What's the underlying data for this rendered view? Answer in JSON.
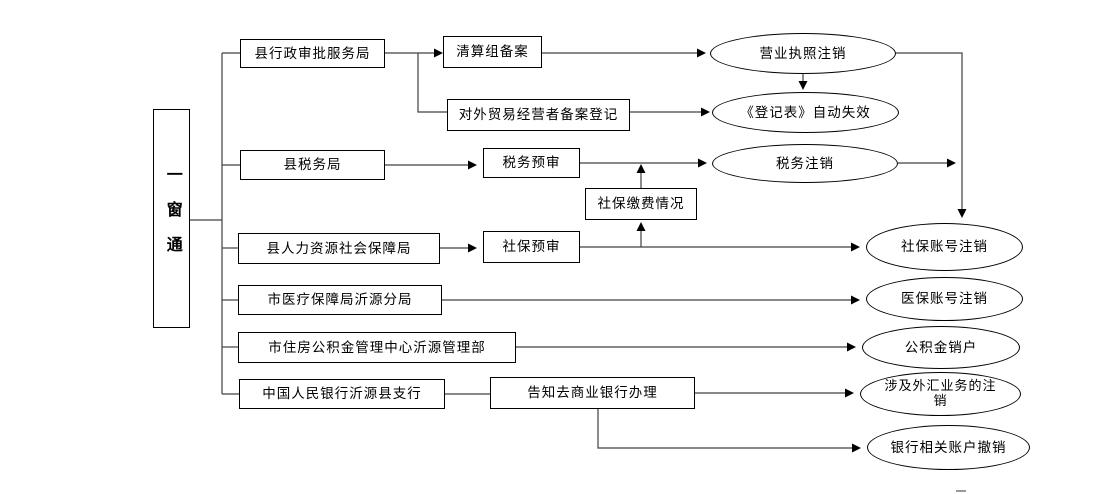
{
  "diagram_type": "flowchart",
  "colors": {
    "background": "#ffffff",
    "line": "#404040",
    "arrowhead": "#000000",
    "node_border": "#000000",
    "node_fill": "#ffffff",
    "text": "#000000"
  },
  "nodes": {
    "root": "一窗通",
    "admin_bureau": "县行政审批服务局",
    "liquidation_filing": "清算组备案",
    "foreign_trade_filing": "对外贸易经营者备案登记",
    "license_cancellation": "营业执照注销",
    "registration_form_invalid": "《登记表》自动失效",
    "tax_bureau": "县税务局",
    "tax_preaudit": "税务预审",
    "tax_cancellation": "税务注销",
    "social_security_payment": "社保缴费情况",
    "hr_bureau": "县人力资源社会保障局",
    "social_preaudit": "社保预审",
    "social_account_cancellation": "社保账号注销",
    "medical_bureau": "市医疗保障局沂源分局",
    "medical_account_cancellation": "医保账号注销",
    "housing_fund_center": "市住房公积金管理中心沂源管理部",
    "housing_fund_cancellation": "公积金销户",
    "pboc_branch": "中国人民银行沂源县支行",
    "inform_commercial_bank": "告知去商业银行办理",
    "forex_cancellation": "涉及外汇业务的注销",
    "bank_account_cancellation": "银行相关账户撤销"
  },
  "edges": [
    {
      "from": "root",
      "to": "admin_bureau",
      "arrow": false
    },
    {
      "from": "root",
      "to": "tax_bureau",
      "arrow": false
    },
    {
      "from": "root",
      "to": "hr_bureau",
      "arrow": false
    },
    {
      "from": "root",
      "to": "medical_bureau",
      "arrow": false
    },
    {
      "from": "root",
      "to": "housing_fund_center",
      "arrow": false
    },
    {
      "from": "root",
      "to": "pboc_branch",
      "arrow": false
    },
    {
      "from": "admin_bureau",
      "to": "liquidation_filing",
      "arrow": true
    },
    {
      "from": "admin_bureau",
      "to": "foreign_trade_filing",
      "arrow": false
    },
    {
      "from": "liquidation_filing",
      "to": "license_cancellation",
      "arrow": true
    },
    {
      "from": "foreign_trade_filing",
      "to": "registration_form_invalid",
      "arrow": true
    },
    {
      "from": "license_cancellation",
      "to": "registration_form_invalid",
      "arrow": true
    },
    {
      "from": "license_cancellation",
      "to": "social_account_cancellation",
      "arrow": true
    },
    {
      "from": "tax_bureau",
      "to": "tax_preaudit",
      "arrow": true
    },
    {
      "from": "tax_preaudit",
      "to": "tax_cancellation",
      "arrow": true
    },
    {
      "from": "tax_cancellation",
      "to": "social_account_cancellation",
      "arrow": true
    },
    {
      "from": "social_security_payment",
      "to": "tax_cancellation",
      "arrow": true
    },
    {
      "from": "social_preaudit",
      "to": "social_security_payment",
      "arrow": true
    },
    {
      "from": "hr_bureau",
      "to": "social_preaudit",
      "arrow": true
    },
    {
      "from": "social_preaudit",
      "to": "social_account_cancellation",
      "arrow": true
    },
    {
      "from": "medical_bureau",
      "to": "medical_account_cancellation",
      "arrow": true
    },
    {
      "from": "housing_fund_center",
      "to": "housing_fund_cancellation",
      "arrow": true
    },
    {
      "from": "pboc_branch",
      "to": "inform_commercial_bank",
      "arrow": false
    },
    {
      "from": "inform_commercial_bank",
      "to": "forex_cancellation",
      "arrow": true
    },
    {
      "from": "inform_commercial_bank",
      "to": "bank_account_cancellation",
      "arrow": true
    }
  ]
}
